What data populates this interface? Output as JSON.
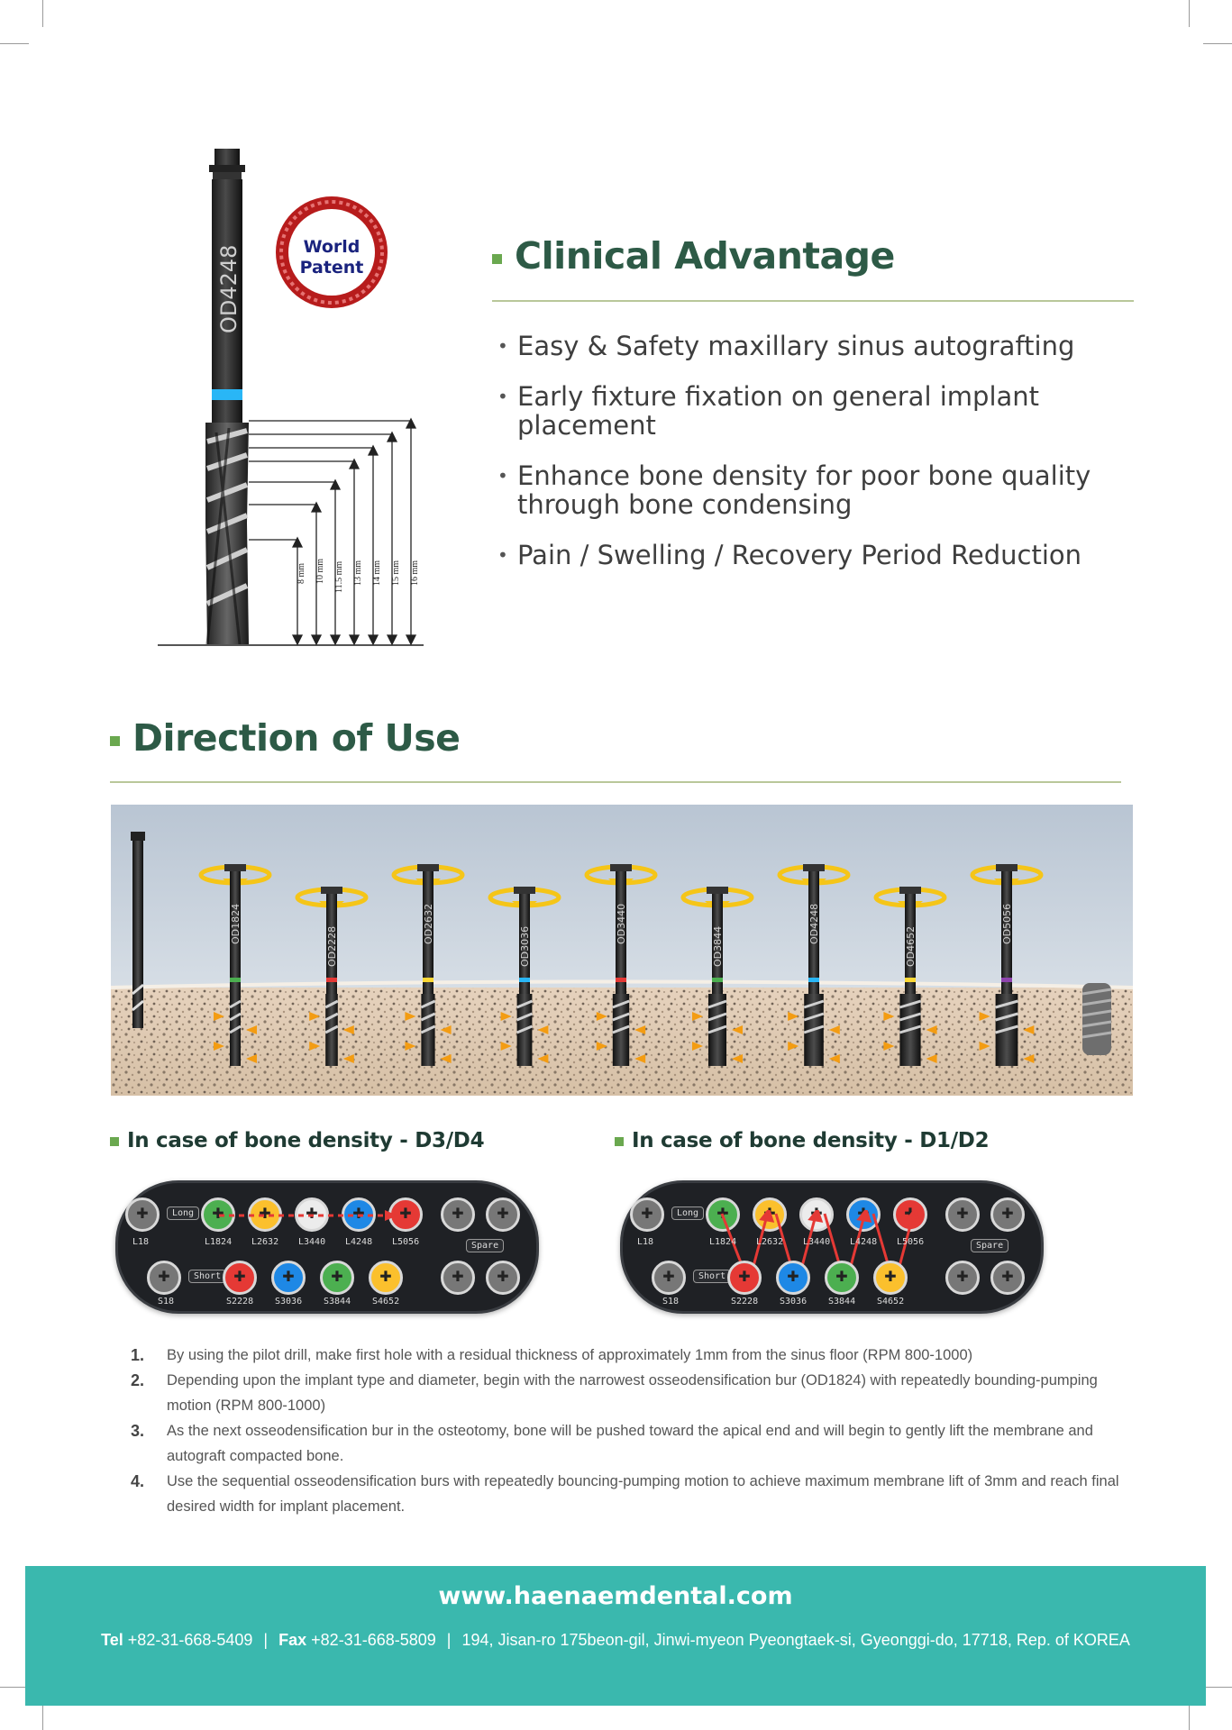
{
  "drill": {
    "label": "OD4248",
    "badge_line1": "World",
    "badge_line2": "Patent",
    "depths": [
      "8 mm",
      "10 mm",
      "11.5 mm",
      "13 mm",
      "14 mm",
      "15 mm",
      "16 mm"
    ]
  },
  "clinical": {
    "title": "Clinical Advantage",
    "items": [
      "Easy & Safety maxillary sinus autografting",
      "Early fixture fixation on general implant placement",
      "Enhance bone density for poor bone quality through bone condensing",
      "Pain / Swelling / Recovery Period Reduction"
    ]
  },
  "direction": {
    "title": "Direction of Use",
    "burs": [
      "OD1824",
      "OD2228",
      "OD2632",
      "OD3036",
      "OD3440",
      "OD3844",
      "OD4248",
      "OD4652",
      "OD5056"
    ],
    "bur_colors": [
      "#4caf50",
      "#e53935",
      "#fdd835",
      "#29b6f6",
      "#e53935",
      "#4caf50",
      "#29b6f6",
      "#fdd835",
      "#8e44ad"
    ]
  },
  "density_left": {
    "title": "In case of bone density - D3/D4",
    "long_tag": "Long",
    "short_tag": "Short",
    "spare_tag": "Spare",
    "top_labels": [
      "L18",
      "L1824",
      "L2632",
      "L3440",
      "L4248",
      "L5056"
    ],
    "bottom_labels": [
      "S18",
      "S2228",
      "S3036",
      "S3844",
      "S4652"
    ]
  },
  "density_right": {
    "title": "In case of bone density - D1/D2",
    "long_tag": "Long",
    "short_tag": "Short",
    "spare_tag": "Spare",
    "top_labels": [
      "L18",
      "L1824",
      "L2632",
      "L3440",
      "L4248",
      "L5056"
    ],
    "bottom_labels": [
      "S18",
      "S2228",
      "S3036",
      "S3844",
      "S4652"
    ]
  },
  "steps": [
    {
      "num": "1.",
      "text": "By using the pilot drill, make first hole with a residual thickness of approximately 1mm from the sinus floor (RPM 800-1000)"
    },
    {
      "num": "2.",
      "text": "Depending upon the implant type and diameter, begin with the narrowest osseodensification bur (OD1824) with repeatedly bounding-pumping motion (RPM 800-1000)"
    },
    {
      "num": "3.",
      "text": "As the next osseodensification bur in the osteotomy, bone will be pushed toward the apical end and will begin to gently lift the membrane and autograft compacted bone."
    },
    {
      "num": "4.",
      "text": "Use the sequential osseodensification burs with repeatedly bouncing-pumping motion to achieve maximum membrane lift of 3mm and reach final desired width for implant placement."
    }
  ],
  "footer": {
    "url": "www.haenaemdental.com",
    "tel_label": "Tel",
    "tel": "+82-31-668-5409",
    "fax_label": "Fax",
    "fax": "+82-31-668-5809",
    "address": "194, Jisan-ro 175beon-gil, Jinwi-myeon Pyeongtaek-si, Gyeonggi-do, 17718, Rep. of KOREA"
  }
}
